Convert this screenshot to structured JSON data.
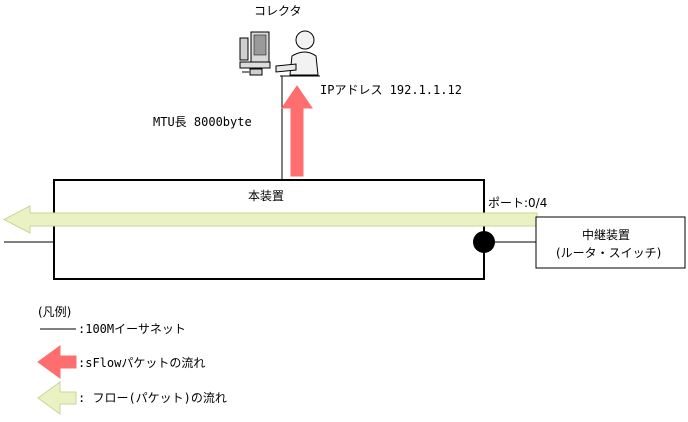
{
  "collector": {
    "label": "コレクタ",
    "ip_text": "IPアドレス 192.1.1.12"
  },
  "mtu_text": "MTU長  8000byte",
  "device": {
    "label": "本装置",
    "port_text": "ポート:0/4"
  },
  "relay": {
    "label_line1": "中継装置",
    "label_line2": "(ルータ・スイッチ)"
  },
  "legend": {
    "title": "(凡例)",
    "line_text": ":100Mイーサネット",
    "sflow_text": ":sFlowパケットの流れ",
    "flow_text": ": フロー(パケット)の流れ"
  },
  "colors": {
    "sflow_arrow": "#FF6E6E",
    "flow_arrow_fill": "#EAF2C4",
    "flow_arrow_stroke": "#C8D69A"
  },
  "icons": {
    "pc": "computer-icon",
    "person": "person-icon",
    "port": "port-dot-icon"
  }
}
